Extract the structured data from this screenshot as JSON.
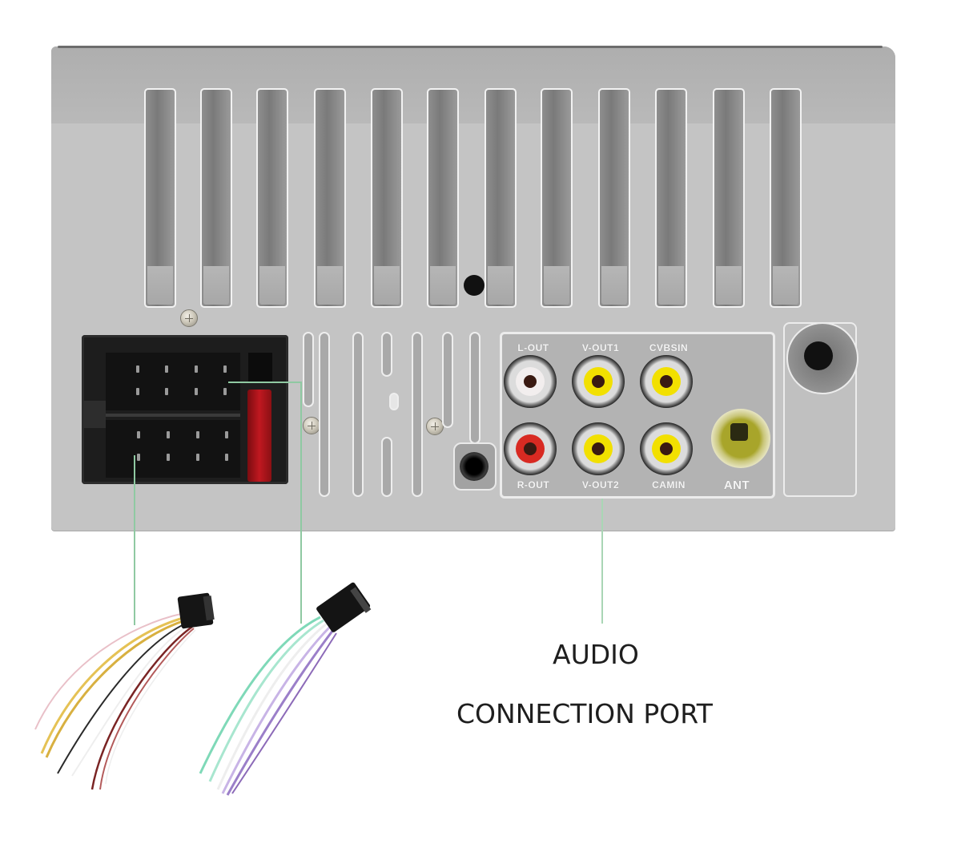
{
  "figure": {
    "subject": "Car stereo rear panel connection diagram",
    "caption": {
      "line1": "AUDIO",
      "line2": "CONNECTION PORT"
    }
  },
  "av_ports": [
    {
      "id": "l-out",
      "label": "L-OUT",
      "color": "#f2f2f2"
    },
    {
      "id": "v-out1",
      "label": "V-OUT1",
      "color": "#f2e000"
    },
    {
      "id": "cvbs-in",
      "label": "CVBSIN",
      "color": "#f2e000"
    },
    {
      "id": "r-out",
      "label": "R-OUT",
      "color": "#d82a22"
    },
    {
      "id": "v-out2",
      "label": "V-OUT2",
      "color": "#f2e000"
    },
    {
      "id": "cam-in",
      "label": "CAMIN",
      "color": "#f2e000"
    }
  ],
  "antenna_port": {
    "label": "ANT",
    "color": "#b0ad30"
  },
  "iso_connector": {
    "pins_per_row": 4,
    "rows": 4,
    "fuse_color": "#c01820"
  },
  "harnesses": [
    {
      "id": "power-harness",
      "wire_colors": [
        "#e9c0c8",
        "#e5c255",
        "#d8b040",
        "#2a2a2a",
        "#8a2a2a",
        "#b35a5a",
        "#eeeeee"
      ]
    },
    {
      "id": "speaker-harness",
      "wire_colors": [
        "#7fd9b8",
        "#a8e6cf",
        "#eeeeee",
        "#b49ad8",
        "#9b7fc9",
        "#8c6ab8"
      ]
    }
  ],
  "colors": {
    "chassis": "#c4c4c4",
    "leader_line": "#8fc9a2",
    "caption_text": "#1e1e1e"
  }
}
